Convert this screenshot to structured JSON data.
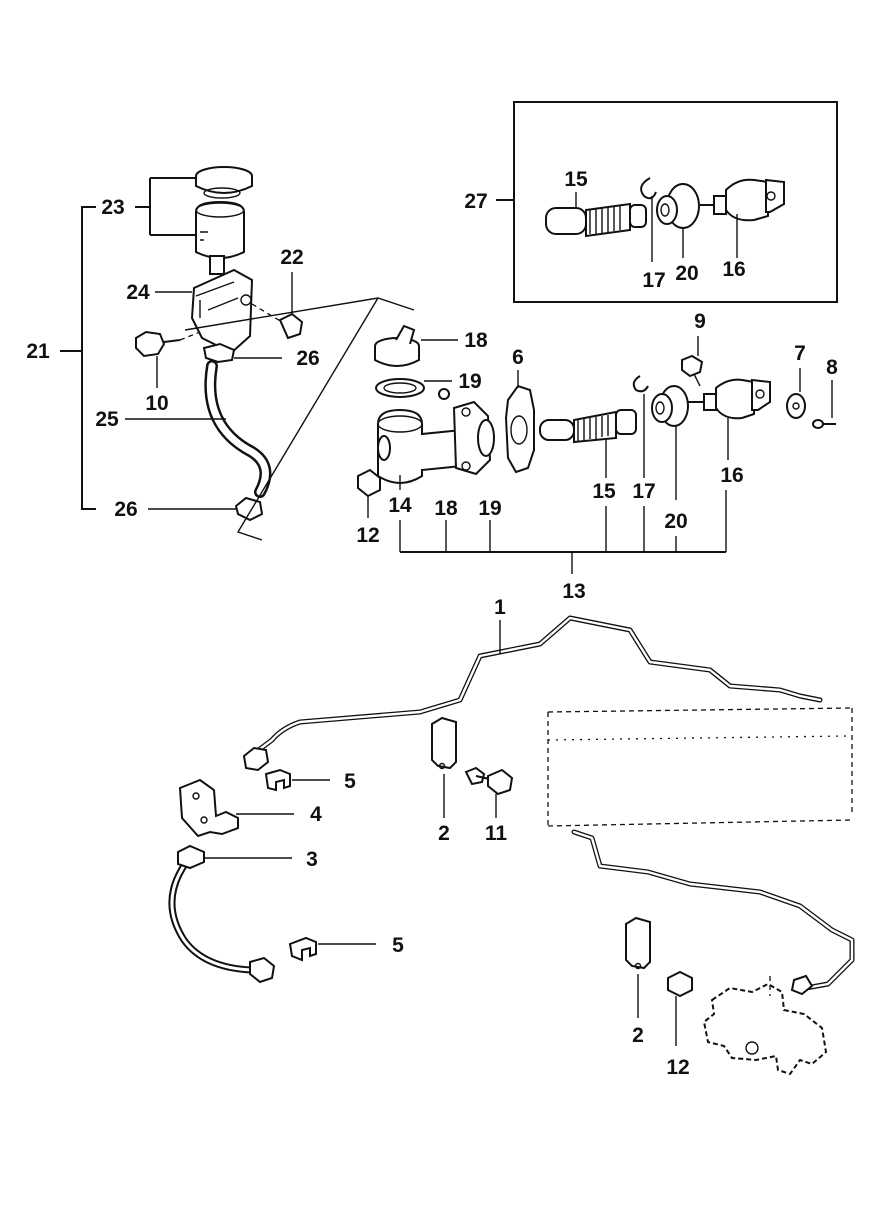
{
  "diagram": {
    "callouts": {
      "n1": "1",
      "n2a": "2",
      "n2b": "2",
      "n3": "3",
      "n4": "4",
      "n5a": "5",
      "n5b": "5",
      "n6": "6",
      "n7": "7",
      "n8": "8",
      "n9": "9",
      "n10": "10",
      "n11": "11",
      "n12a": "12",
      "n12b": "12",
      "n13": "13",
      "n14": "14",
      "n15a": "15",
      "n15b": "15",
      "n16a": "16",
      "n16b": "16",
      "n17a": "17",
      "n17b": "17",
      "n18a": "18",
      "n18b": "18",
      "n19a": "19",
      "n19b": "19",
      "n20a": "20",
      "n20b": "20",
      "n21": "21",
      "n22": "22",
      "n23": "23",
      "n24": "24",
      "n25": "25",
      "n26a": "26",
      "n26b": "26",
      "n27": "27"
    }
  }
}
